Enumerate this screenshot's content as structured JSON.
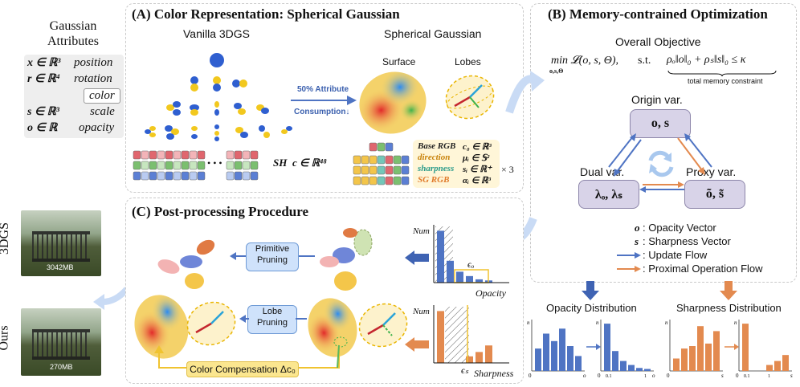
{
  "attributes": {
    "title_line1": "Gaussian",
    "title_line2": "Attributes",
    "rows": [
      {
        "symbol": "x ∈ ℝ³",
        "name": "position"
      },
      {
        "symbol": "r ∈ ℝ⁴",
        "name": "rotation"
      },
      {
        "symbol": "",
        "name": "color"
      },
      {
        "symbol": "s ∈ ℝ³",
        "name": "scale"
      },
      {
        "symbol": "o ∈ ℝ",
        "name": "opacity"
      }
    ]
  },
  "panel_a": {
    "title": "(A) Color Representation: Spherical Gaussian",
    "vanilla_label": "Vanilla 3DGS",
    "sg_label": "Spherical Gaussian",
    "arrow_text_line1": "50% Attribute",
    "arrow_text_line2": "Consumption↓",
    "surface_label": "Surface",
    "lobes_label": "Lobes",
    "sh_symbol": "SH",
    "sh_math": "c ∈ ℝ⁴⁸",
    "ellipsis": "• • •",
    "legend": [
      {
        "key": "Base RGB",
        "math": "c₀ ∈ ℝ³"
      },
      {
        "key": "direction",
        "math": "μᵢ ∈ 𝕊²"
      },
      {
        "key": "sharpness",
        "math": "sᵢ ∈ ℝ⁺"
      },
      {
        "key": "SG RGB",
        "math": "αᵢ ∈ ℝ³"
      }
    ],
    "times": "× 3"
  },
  "panel_b": {
    "title": "(B) Memory-contrained Optimization",
    "objective_label": "Overall Objective",
    "objective_math": "min  𝓛(o, s, Θ),",
    "objective_sub": "o,s,Θ",
    "st": "s.t.",
    "constraint_math": "ρₒ‖o‖₀ + ρₛ‖s‖₀ ≤ κ",
    "constraint_caption": "total memory constraint",
    "origin_label": "Origin var.",
    "origin_box": "o, s",
    "dual_label": "Dual var.",
    "dual_box": "λₒ, λₛ",
    "proxy_label": "Proxy var.",
    "proxy_box": "õ, s̃",
    "legend": [
      {
        "sym": "o",
        "text": ": Opacity Vector"
      },
      {
        "sym": "s",
        "text": ": Sharpness Vector"
      },
      {
        "sym": "",
        "text": ": Update Flow"
      },
      {
        "sym": "",
        "text": ": Proximal Operation Flow"
      }
    ]
  },
  "panel_c": {
    "title": "(C) Post-processing Procedure",
    "primitive_pruning_line1": "Primitive",
    "primitive_pruning_line2": "Pruning",
    "lobe_pruning_line1": "Lobe",
    "lobe_pruning_line2": "Pruning",
    "color_comp": "Color Compensation Δc₀",
    "hist_num": "Num",
    "eps_o": "ϵₒ",
    "opacity_axis": "Opacity",
    "eps_s": "ϵₛ",
    "sharpness_axis": "Sharpness"
  },
  "comparison": {
    "top_label": "3DGS",
    "top_size": "3042MB",
    "bottom_label": "Ours",
    "bottom_size": "270MB"
  },
  "distributions": {
    "opacity_title": "Opacity Distribution",
    "sharpness_title": "Sharpness Distribution",
    "axis_n": "n",
    "zero": "0",
    "tick_01": "0.1",
    "tick_1": "1",
    "axis_o": "o",
    "axis_s": "s",
    "opacity_before": [
      0.45,
      0.75,
      0.6,
      0.85,
      0.5,
      0.3
    ],
    "opacity_after": [
      0.95,
      0.4,
      0.2,
      0.12,
      0.06,
      0.04
    ],
    "sharpness_before": [
      0.25,
      0.45,
      0.5,
      0.9,
      0.55,
      0.8
    ],
    "sharpness_after": [
      0.95,
      0.0,
      0.0,
      0.12,
      0.2,
      0.32
    ]
  },
  "colors": {
    "blue": "#4f74c3",
    "orange": "#e38a4f",
    "yellow": "#f1c93b",
    "light_blue": "#a9c8ee"
  }
}
